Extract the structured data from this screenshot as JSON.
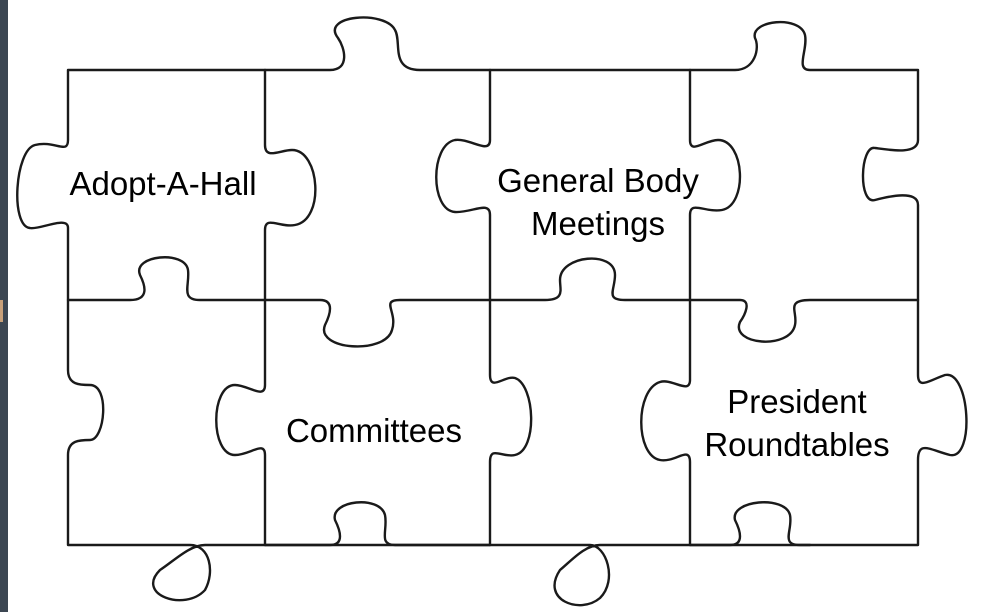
{
  "diagram": {
    "pieces": [
      {
        "id": "adopt-a-hall",
        "lines": [
          "Adopt-A-Hall"
        ]
      },
      {
        "id": "general-body-meetings",
        "lines": [
          "General Body",
          "Meetings"
        ]
      },
      {
        "id": "committees",
        "lines": [
          "Committees"
        ]
      },
      {
        "id": "president-roundtables",
        "lines": [
          "President",
          "Roundtables"
        ]
      }
    ]
  }
}
